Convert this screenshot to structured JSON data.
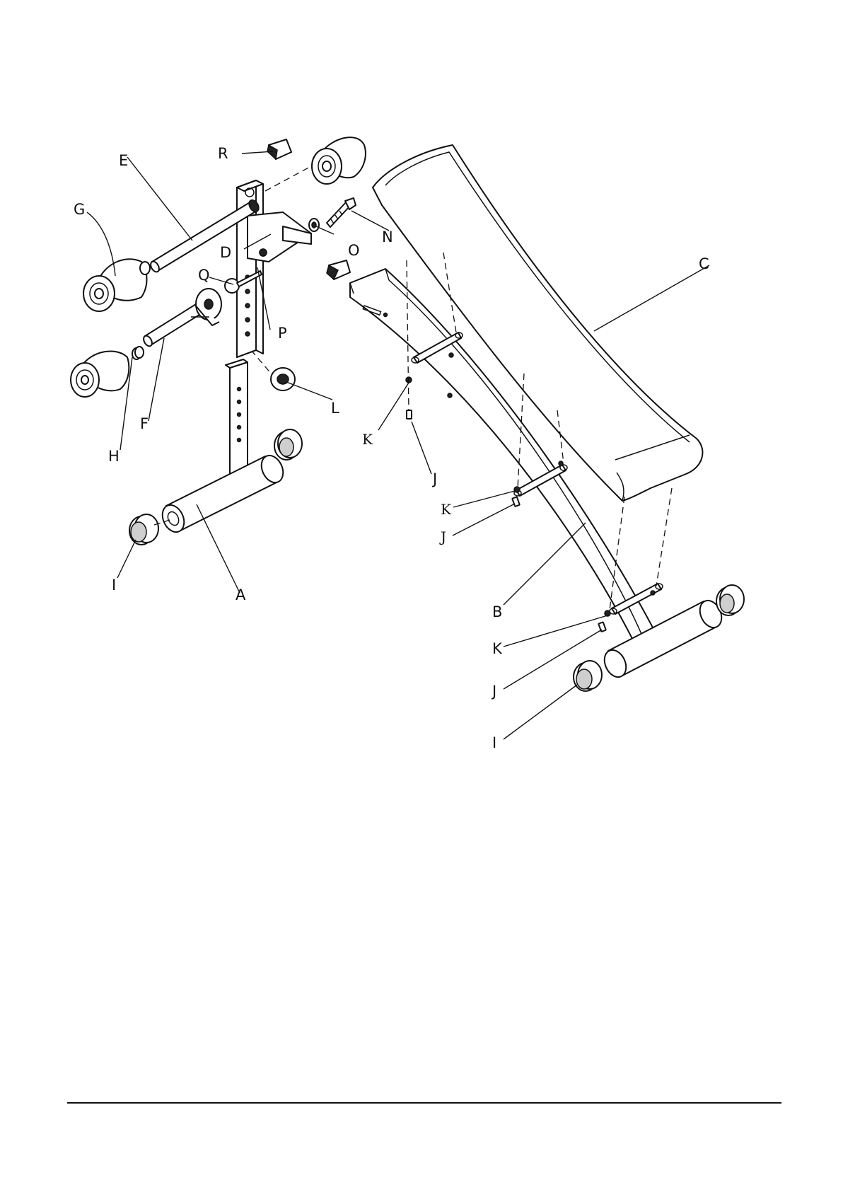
{
  "labels": {
    "A": "A",
    "B": "B",
    "C": "C",
    "D": "D",
    "E": "E",
    "F": "F",
    "G": "G",
    "H": "H",
    "I": "I",
    "J": "J",
    "K": "K",
    "L": "L",
    "N": "N",
    "O": "O",
    "P": "P",
    "Q": "Q",
    "R": "R"
  },
  "colors": {
    "line": "#111111",
    "background": "#ffffff",
    "fill": "#ffffff"
  }
}
